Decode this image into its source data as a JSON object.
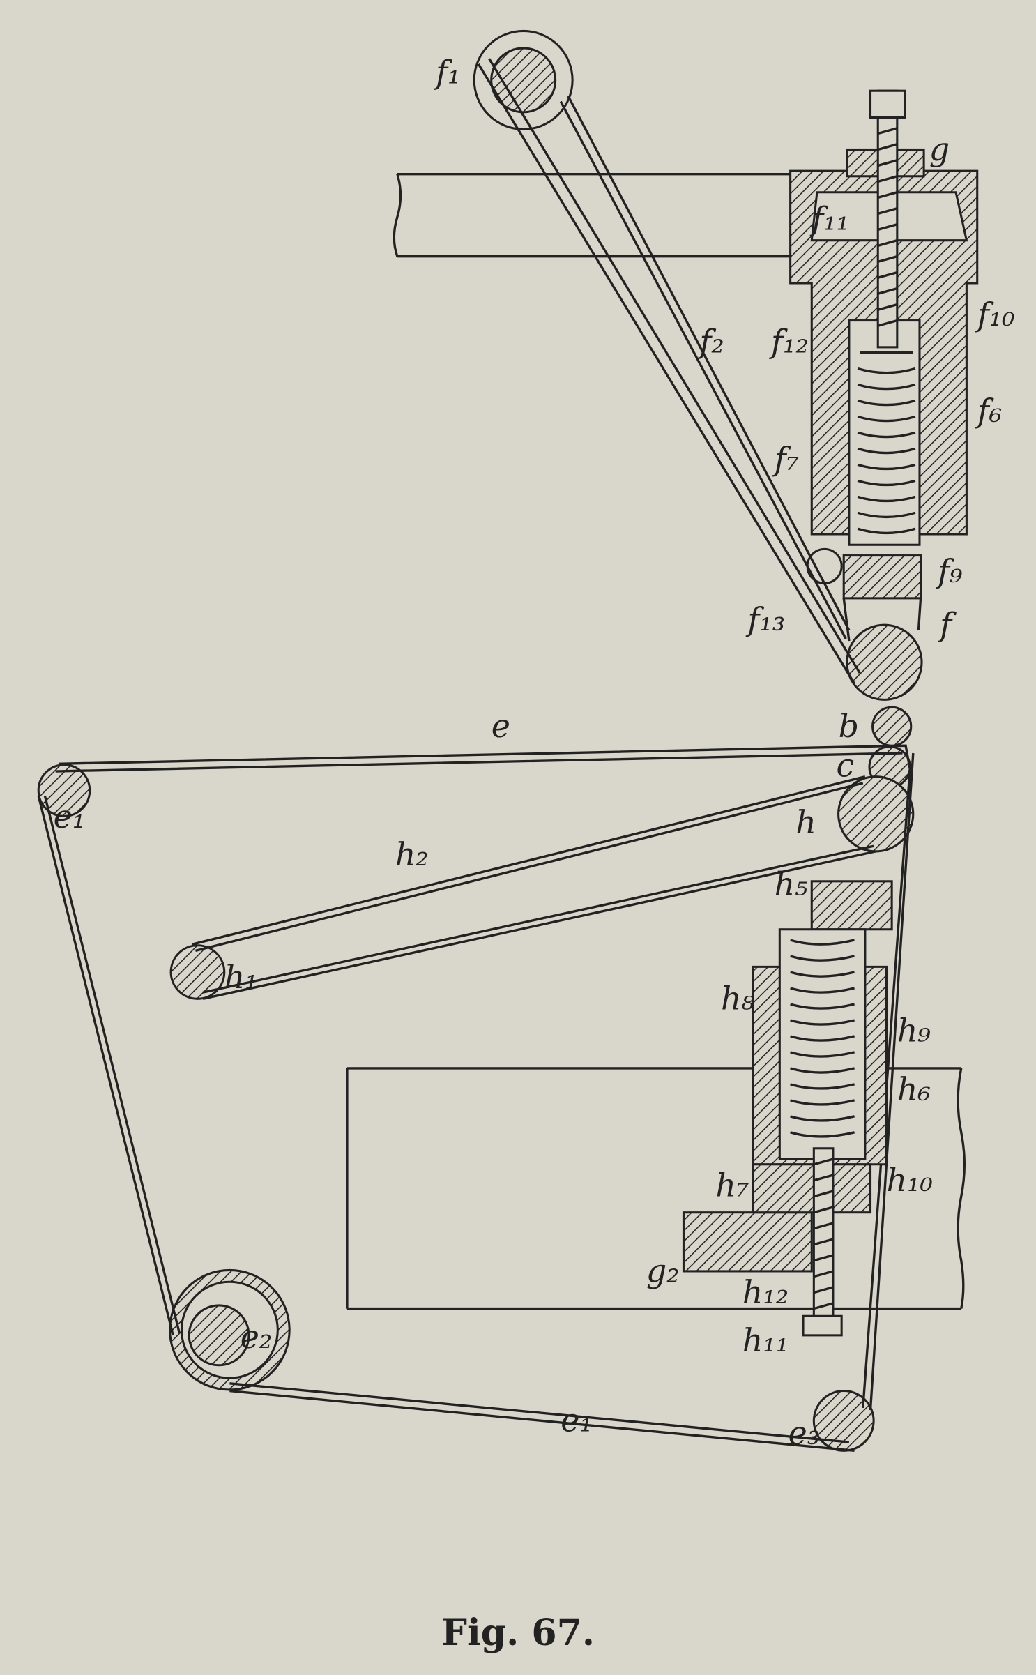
{
  "figure": {
    "caption": "Fig. 67.",
    "labels": {
      "f1": "f₁",
      "f2": "f₂",
      "g": "g",
      "f11": "f₁₁",
      "f10": "f₁₀",
      "f12": "f₁₂",
      "f6": "f₆",
      "f7": "f₇",
      "f9": "f₉",
      "f13": "f₁₃",
      "f": "f",
      "b": "b",
      "c": "c",
      "e": "e",
      "e1": "e₁",
      "h": "h",
      "h2": "h₂",
      "h1": "h₁",
      "h5": "h₅",
      "h8": "h₈",
      "h9": "h₉",
      "h6": "h₆",
      "h7": "h₇",
      "h10": "h₁₀",
      "g2": "g₂",
      "h12": "h₁₂",
      "h11": "h₁₁",
      "e3": "e₃",
      "e_lower": "e₁",
      "e2": "e₂"
    }
  }
}
